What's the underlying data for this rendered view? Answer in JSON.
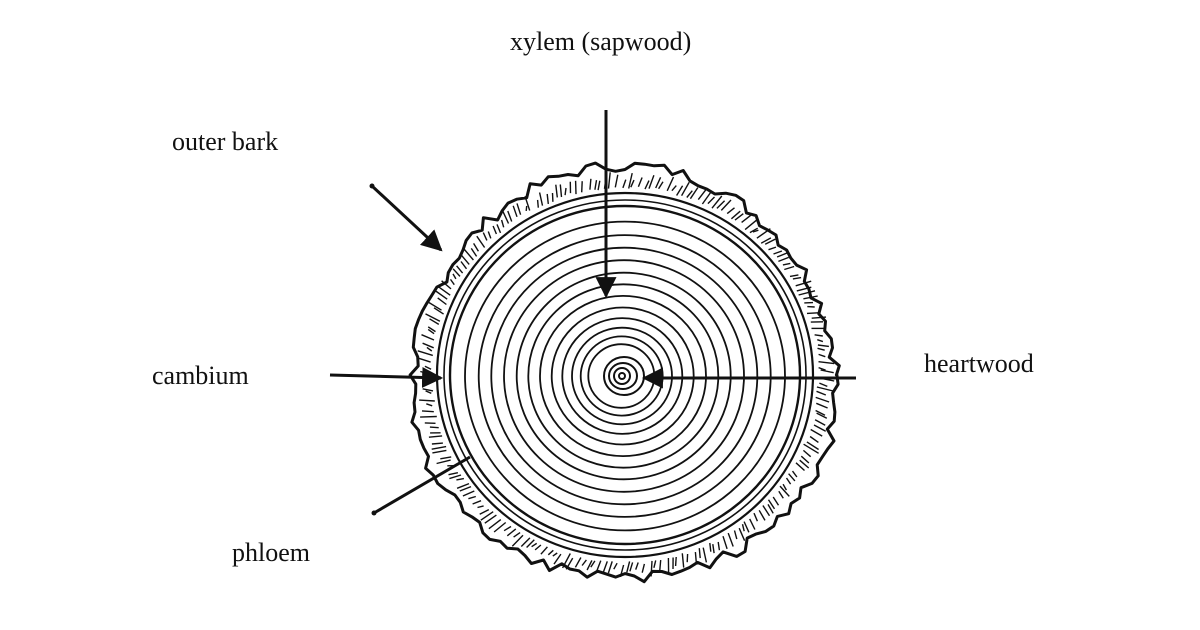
{
  "labels": {
    "xylem": "xylem (sapwood)",
    "outer_bark": "outer bark",
    "cambium": "cambium",
    "heartwood": "heartwood",
    "phloem": "phloem"
  },
  "colors": {
    "ink": "#111111",
    "background": "#ffffff"
  }
}
